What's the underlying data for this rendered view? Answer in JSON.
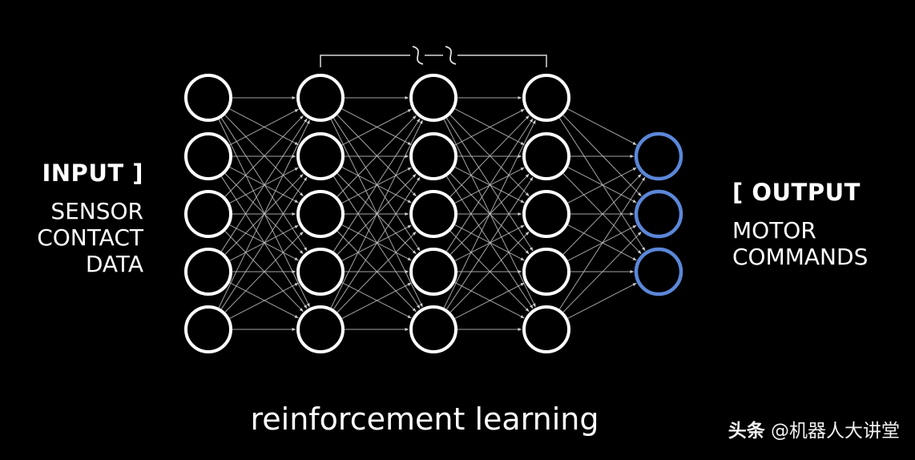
{
  "input": {
    "heading": "INPUT ]",
    "lines": [
      "SENSOR",
      "CONTACT",
      "DATA"
    ]
  },
  "output": {
    "heading": "[ OUTPUT",
    "lines": [
      "MOTOR",
      "COMMANDS"
    ]
  },
  "caption": "reinforcement learning",
  "watermark": {
    "brand": "头条",
    "handle": "@机器人大讲堂"
  },
  "network": {
    "layer_sizes": [
      5,
      5,
      5,
      5,
      3
    ],
    "colors": {
      "background": "#000000",
      "node": "#ffffff",
      "output_node": "#5b87d8",
      "edge": "#bfbfbf"
    }
  }
}
